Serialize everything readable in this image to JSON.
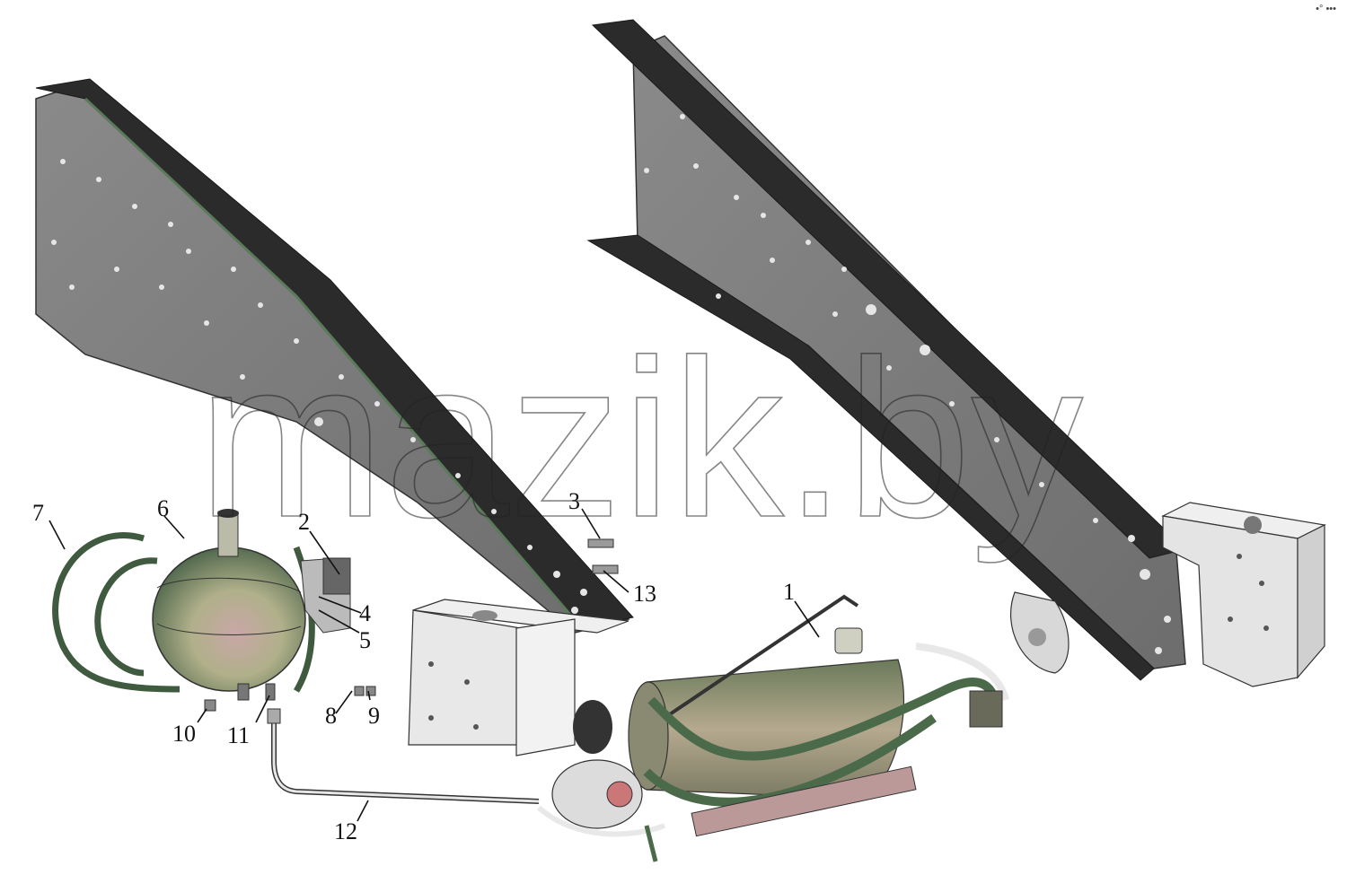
{
  "watermark": "mazik.by",
  "corner_mark": "•° •••",
  "callouts": {
    "c1": "1",
    "c2": "2",
    "c3": "3",
    "c4": "4",
    "c5": "5",
    "c6": "6",
    "c7": "7",
    "c8": "8",
    "c9": "9",
    "c10": "10",
    "c11": "11",
    "c12": "12",
    "c13": "13"
  },
  "colors": {
    "frame_web": "#7a7a7a",
    "frame_flange": "#2b2b2b",
    "frame_edge": "#5a7a5a",
    "bracket": "#e8e8e8",
    "tank": "#8a8a6a",
    "tank_highlight": "#c8a0a0",
    "hose_green": "#4a6a4a",
    "line_white": "#eeeeee"
  }
}
